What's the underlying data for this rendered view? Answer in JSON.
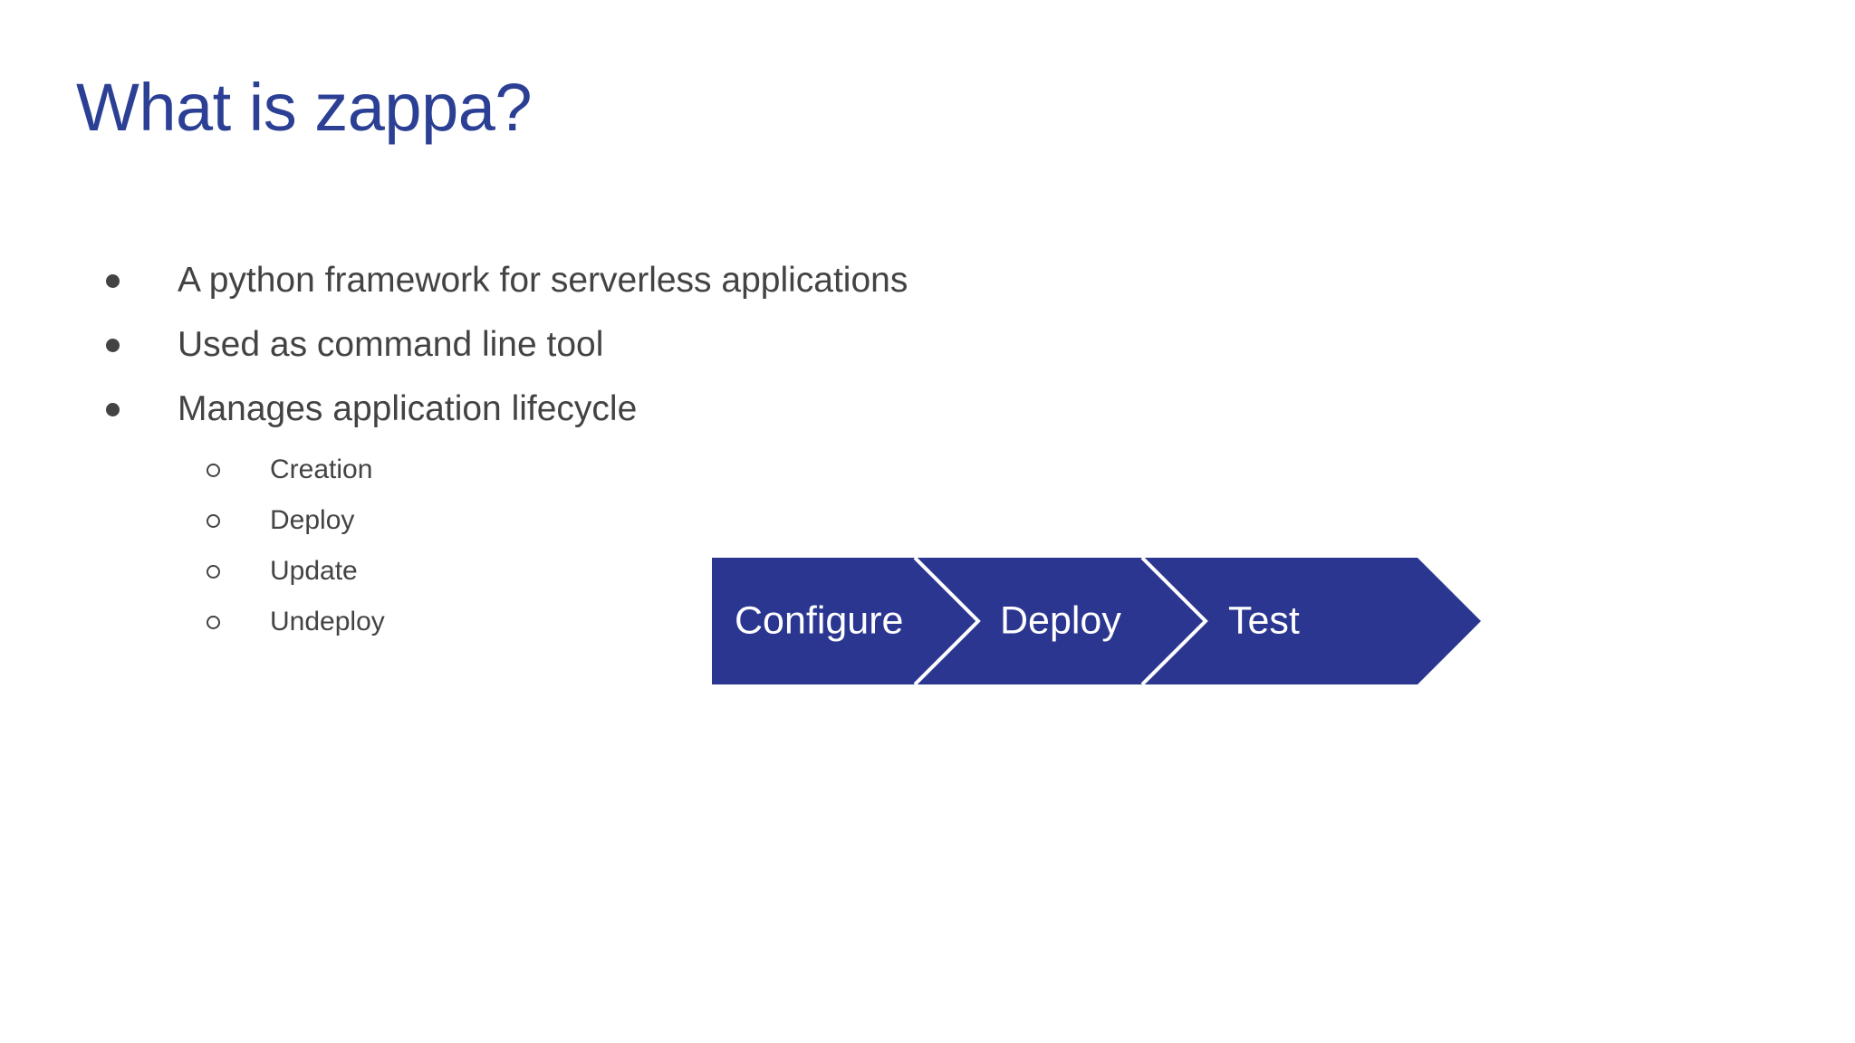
{
  "slide": {
    "background_color": "#ffffff",
    "title": "What is zappa?",
    "title_color": "#2b3f94",
    "body_text_color": "#434343"
  },
  "bullets": [
    {
      "marker": "filled-disc",
      "text": "A python framework for serverless applications"
    },
    {
      "marker": "filled-disc",
      "text": "Used as command line tool"
    },
    {
      "marker": "filled-disc",
      "text": "Manages application lifecycle"
    }
  ],
  "sub_bullets": [
    {
      "marker": "hollow-circle",
      "text": "Creation"
    },
    {
      "marker": "hollow-circle",
      "text": "Deploy"
    },
    {
      "marker": "hollow-circle",
      "text": "Update"
    },
    {
      "marker": "hollow-circle",
      "text": "Undeploy"
    }
  ],
  "process_graphic": {
    "type": "chevron-process",
    "fill_color": "#2b3691",
    "separator_color": "#ffffff",
    "label_color": "#ffffff",
    "steps": [
      {
        "label": "Configure"
      },
      {
        "label": "Deploy"
      },
      {
        "label": "Test"
      }
    ]
  }
}
